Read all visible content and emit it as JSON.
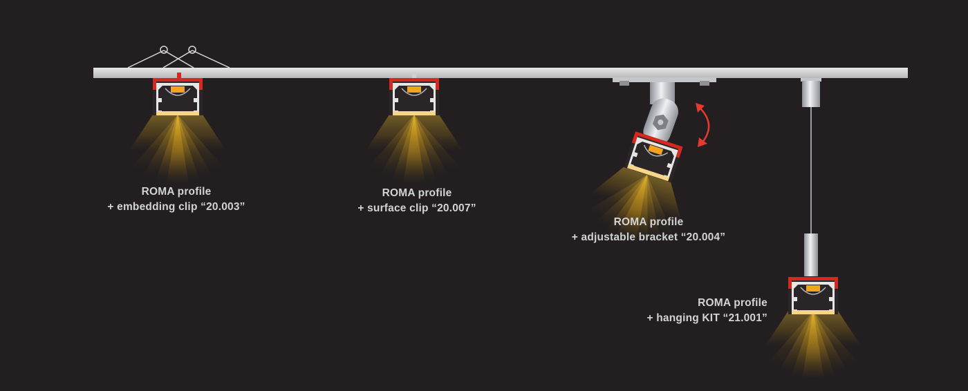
{
  "captions": [
    {
      "title": "ROMA profile",
      "detail": "+ embedding clip “20.003”"
    },
    {
      "title": "ROMA profile",
      "detail": "+ surface clip “20.007”"
    },
    {
      "title": "ROMA profile",
      "detail": "+ adjustable bracket “20.004”"
    },
    {
      "title": "ROMA profile",
      "detail": "+ hanging KIT “21.001”"
    }
  ],
  "colors": {
    "background": "#231f20",
    "ceiling": "#d9d9d9",
    "profile_frame": "#d5281f",
    "profile_body": "#e6e6e6",
    "led_chip": "#f2a421",
    "light_beam": "#f4c430",
    "rotation_arrow": "#e53a2e",
    "caption_text": "#d2d3d5"
  }
}
